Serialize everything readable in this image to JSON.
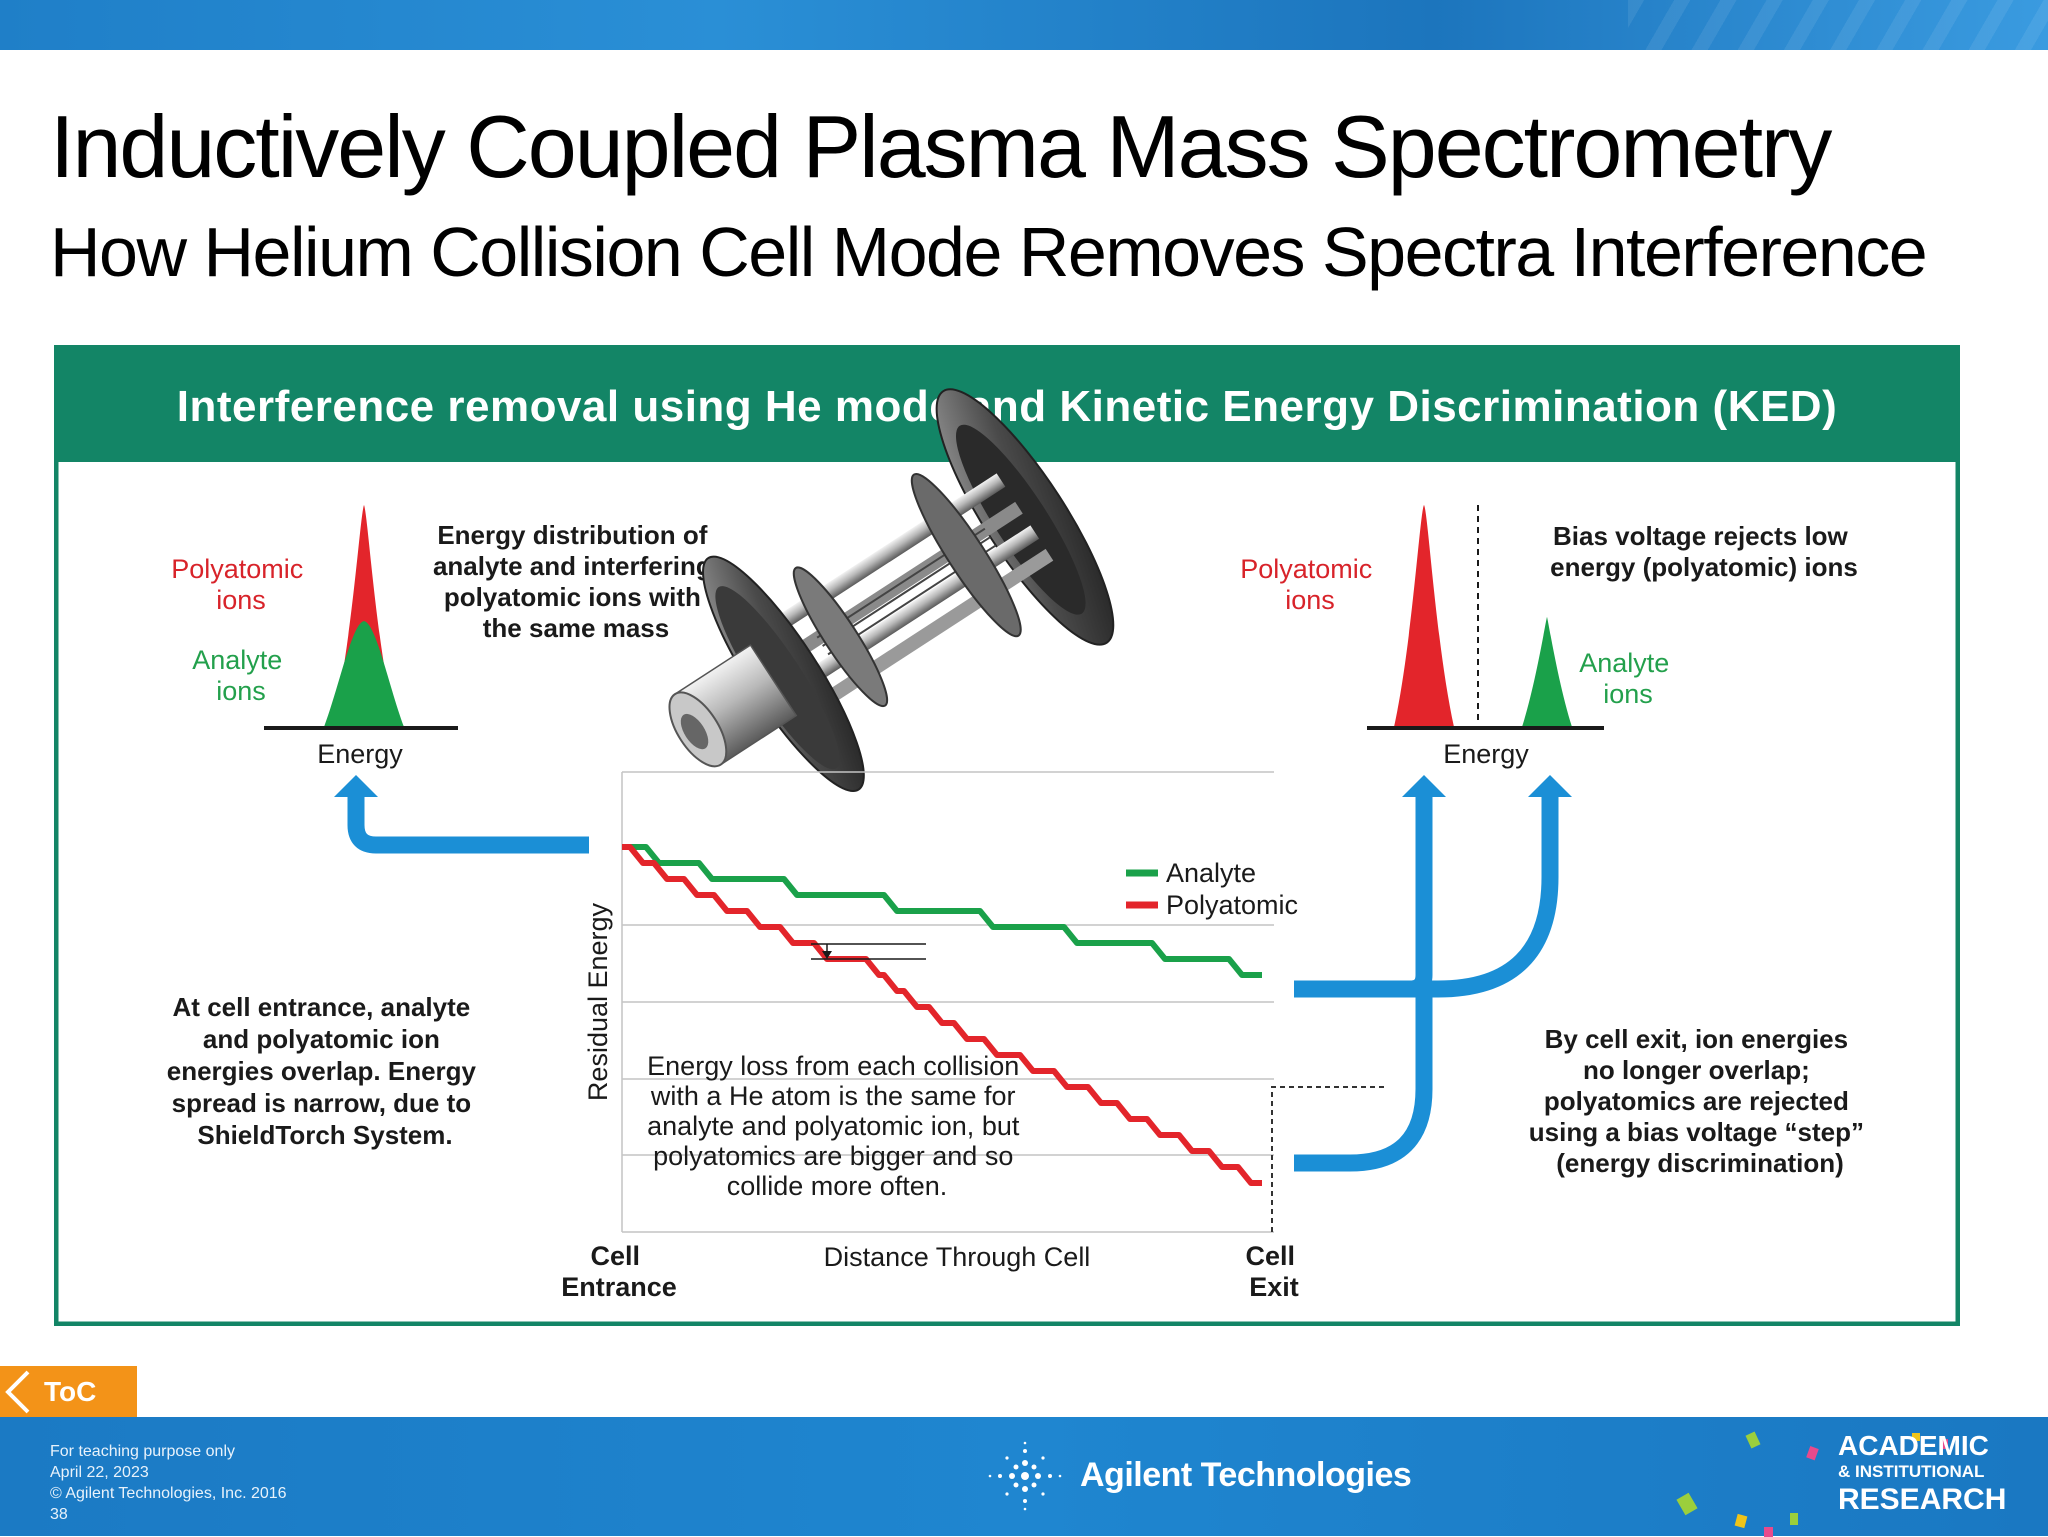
{
  "slide": {
    "title": "Inductively Coupled Plasma Mass Spectrometry",
    "subtitle": "How Helium Collision Cell Mode Removes Spectra Interference"
  },
  "diagram": {
    "header": "Interference removal using He mode and Kinetic Energy Discrimination (KED)",
    "left_peak": {
      "polyatomic_label": [
        "Polyatomic",
        "ions"
      ],
      "analyte_label": [
        "Analyte",
        "ions"
      ],
      "axis_label": "Energy"
    },
    "right_peak": {
      "polyatomic_label": [
        "Polyatomic",
        "ions"
      ],
      "analyte_label": [
        "Analyte",
        "ions"
      ],
      "axis_label": "Energy"
    },
    "energy_distribution_note": [
      "Energy distribution of",
      "analyte and interfering",
      "polyatomic ions with",
      "the same mass"
    ],
    "bias_voltage_note": [
      "Bias voltage rejects low",
      "energy (polyatomic) ions"
    ],
    "entrance_note": [
      "At cell entrance, analyte",
      "and polyatomic ion",
      "energies overlap.  Energy",
      "spread is narrow, due to",
      "ShieldTorch System."
    ],
    "collision_note": [
      "Energy loss from each collision",
      "with a He atom is the same for",
      "analyte and polyatomic ion, but",
      "polyatomics are bigger and so",
      "collide more often."
    ],
    "exit_note": [
      "By cell exit, ion energies",
      "no longer overlap;",
      "polyatomics are rejected",
      "using a bias voltage “step”",
      "(energy discrimination)"
    ],
    "chart": {
      "y_axis_label": "Residual Energy",
      "x_axis_label": "Distance Through Cell",
      "x_start_label": [
        "Cell",
        "Entrance"
      ],
      "x_end_label": [
        "Cell",
        "Exit"
      ],
      "legend": [
        "Analyte",
        "Polyatomic"
      ]
    },
    "colors": {
      "header_green": "#138566",
      "polyatomic_red": "#e3252b",
      "analyte_green": "#1aa14a",
      "arrow_blue": "#1b8fd6",
      "label_red": "#d8232a",
      "label_green": "#23a04c"
    }
  },
  "footer": {
    "lines": [
      "For teaching purpose only",
      "April 22, 2023",
      "© Agilent Technologies, Inc. 2016",
      "38"
    ],
    "logo_text": "Agilent Technologies",
    "research_logo": [
      "ACADEMIC",
      "& INSTITUTIONAL",
      "RESEARCH"
    ],
    "toc_label": "ToC"
  }
}
